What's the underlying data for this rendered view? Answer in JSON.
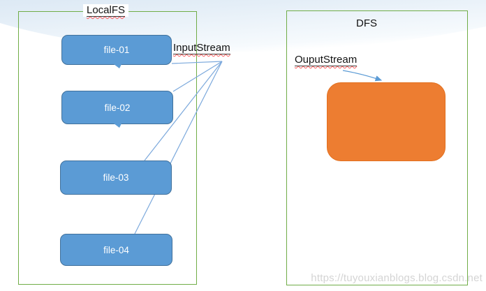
{
  "localfs": {
    "title": "LocalFS",
    "files": [
      {
        "label": "file-01"
      },
      {
        "label": "file-02"
      },
      {
        "label": "file-03"
      },
      {
        "label": "file-04"
      }
    ]
  },
  "dfs": {
    "title": "DFS"
  },
  "streams": {
    "input_label": "InputStream",
    "output_label": "OuputStream"
  },
  "watermark": "https://tuyouxianblogs.blog.csdn.net",
  "colors": {
    "group_border": "#70AD47",
    "file_fill": "#5B9BD5",
    "file_border": "#41719C",
    "dfs_block_fill": "#ED7D31",
    "connector": "#7CA9DC",
    "spellcheck": "#FF5A5A"
  }
}
